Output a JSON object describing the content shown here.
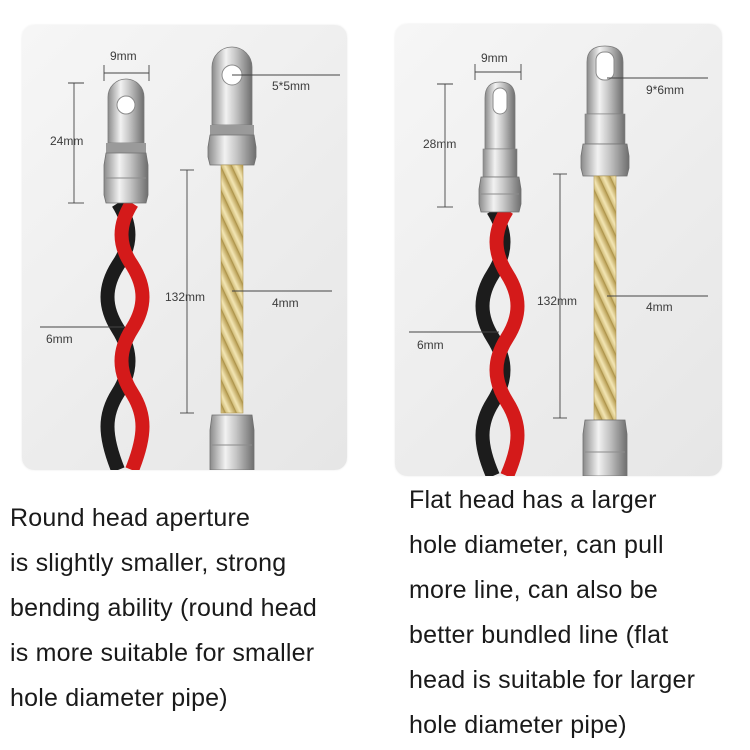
{
  "panels": {
    "round": {
      "labels": {
        "head_width": "9mm",
        "aperture": "5*5mm",
        "head_length": "24mm",
        "rod_length": "132mm",
        "rod_diameter": "4mm",
        "twisted_diameter": "6mm"
      }
    },
    "flat": {
      "labels": {
        "head_width": "9mm",
        "aperture": "9*6mm",
        "head_length": "28mm",
        "rod_length": "132mm",
        "rod_diameter": "4mm",
        "twisted_diameter": "6mm"
      }
    }
  },
  "captions": {
    "round": [
      "Round head aperture",
      "is slightly smaller, strong",
      "bending ability (round head",
      "is more suitable for smaller",
      "hole diameter pipe)"
    ],
    "flat": [
      "Flat head has a larger",
      "hole diameter, can pull",
      "more line, can also be",
      "better bundled line (flat",
      "head is suitable for larger",
      "hole diameter pipe)"
    ]
  },
  "colors": {
    "wire_red": "#d41a1a",
    "wire_black": "#1c1c1c",
    "rod_gold": "#e3cf8c",
    "metal": "#b9b9b9"
  }
}
